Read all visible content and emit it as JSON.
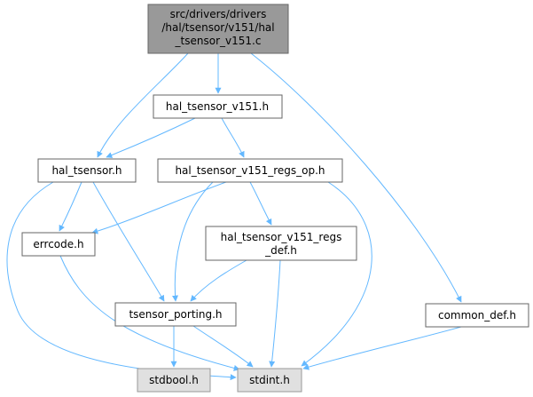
{
  "colors": {
    "edge": "#63b8ff",
    "node_fill": "#ffffff",
    "node_border": "#666666",
    "root_fill": "#999999",
    "root_border": "#666666",
    "system_fill": "#e0e0e0",
    "system_border": "#999999"
  },
  "nodes": {
    "root": {
      "lines": [
        "src/drivers/drivers",
        "/hal/tsensor/v151/hal",
        "_tsensor_v151.c"
      ]
    },
    "hal_tsensor_v151_h": {
      "lines": [
        "hal_tsensor_v151.h"
      ]
    },
    "hal_tsensor_h": {
      "lines": [
        "hal_tsensor.h"
      ]
    },
    "regs_op_h": {
      "lines": [
        "hal_tsensor_v151_regs_op.h"
      ]
    },
    "errcode_h": {
      "lines": [
        "errcode.h"
      ]
    },
    "regs_def_h": {
      "lines": [
        "hal_tsensor_v151_regs",
        "_def.h"
      ]
    },
    "tsensor_porting_h": {
      "lines": [
        "tsensor_porting.h"
      ]
    },
    "common_def_h": {
      "lines": [
        "common_def.h"
      ]
    },
    "stdbool_h": {
      "lines": [
        "stdbool.h"
      ]
    },
    "stdint_h": {
      "lines": [
        "stdint.h"
      ]
    }
  }
}
